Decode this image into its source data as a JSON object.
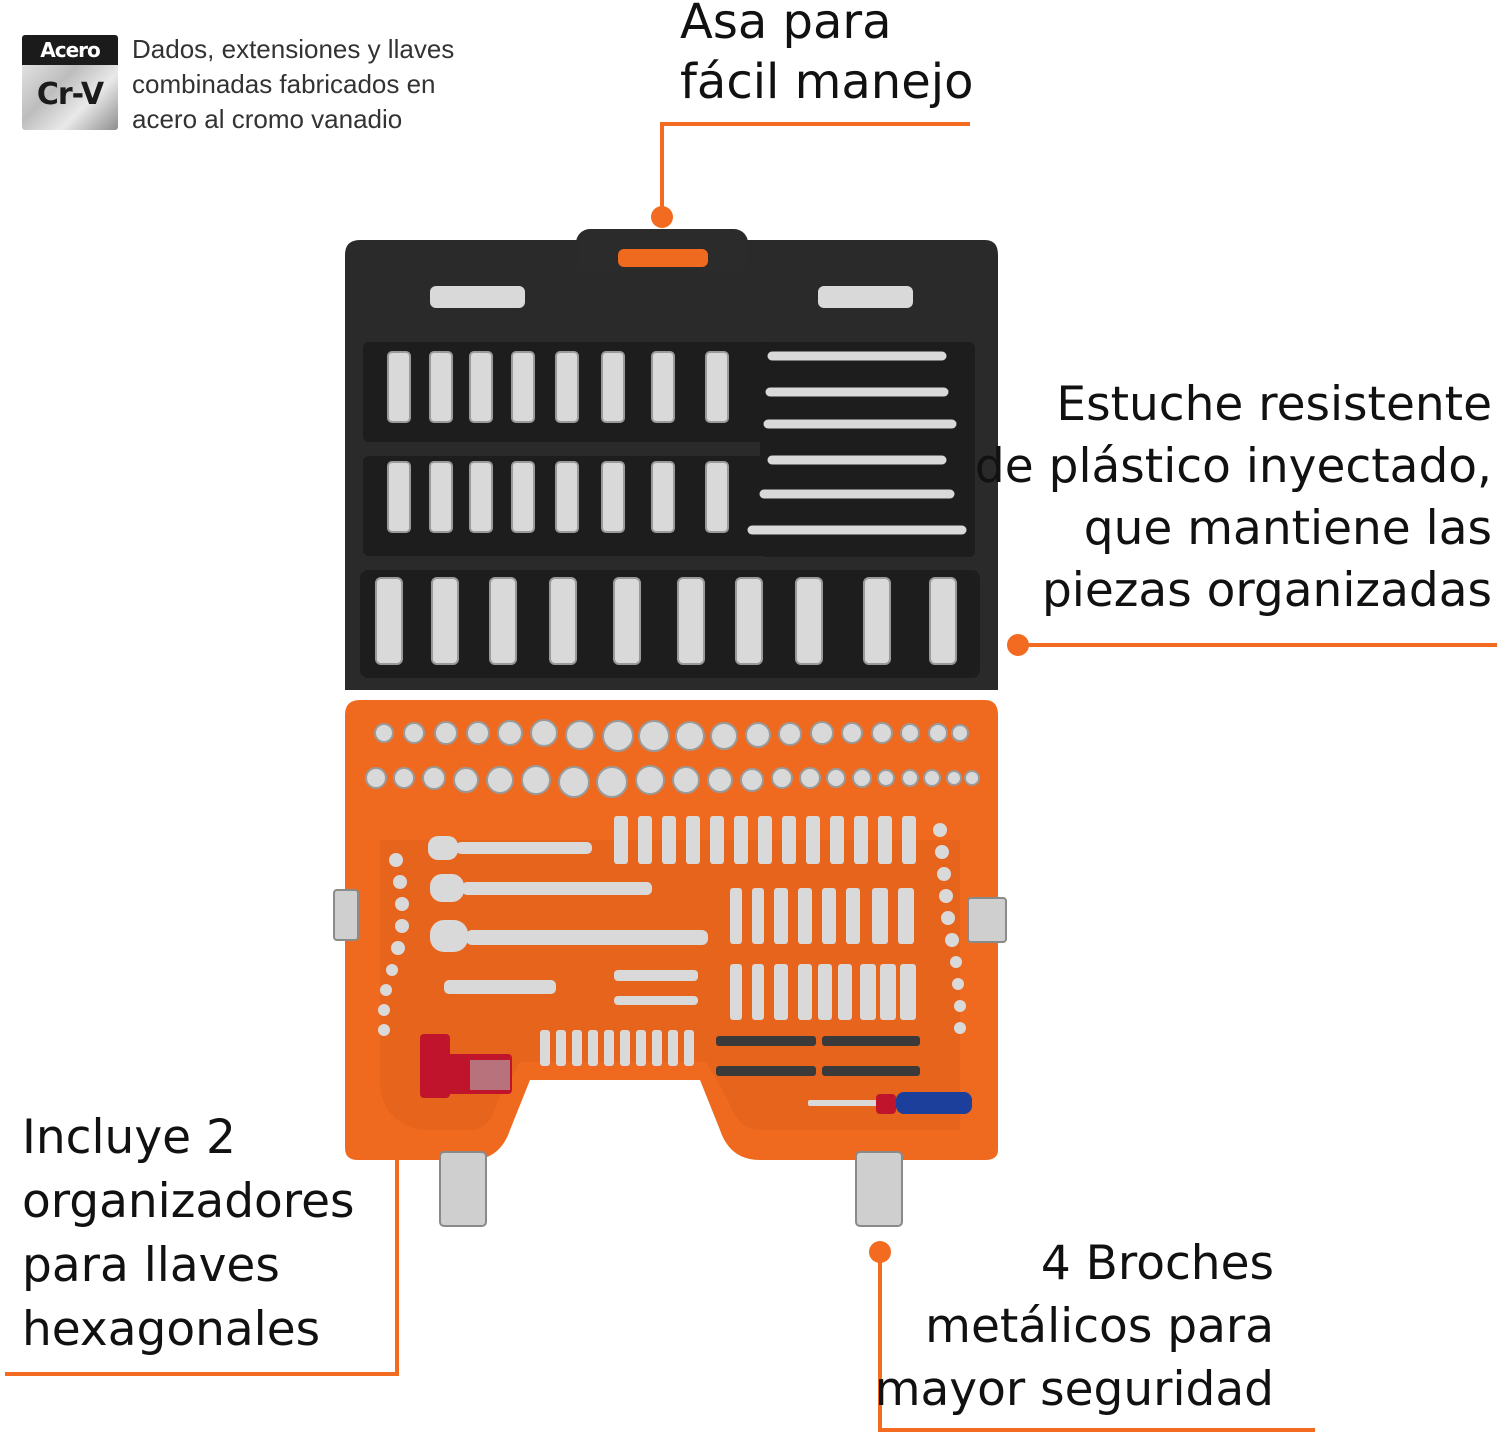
{
  "badge": {
    "top_label": "Acero",
    "main_label": "Cr-V",
    "description": [
      "Dados, extensiones y llaves",
      "combinadas fabricados en",
      "acero al cromo vanadio"
    ]
  },
  "callouts": {
    "handle": [
      "Asa para",
      "fácil manejo"
    ],
    "case": [
      "Estuche resistente",
      "de plástico inyectado,",
      "que mantiene las",
      "piezas organizadas"
    ],
    "organizers": [
      "Incluye 2",
      "organizadores",
      "para llaves",
      "hexagonales"
    ],
    "clips": [
      "4 Broches",
      "metálicos para",
      "mayor seguridad"
    ]
  },
  "colors": {
    "accent": "#f26b21",
    "case_black": "#2a2a2a",
    "case_orange": "#ef6a1f",
    "chrome": "#d9d9d9"
  }
}
